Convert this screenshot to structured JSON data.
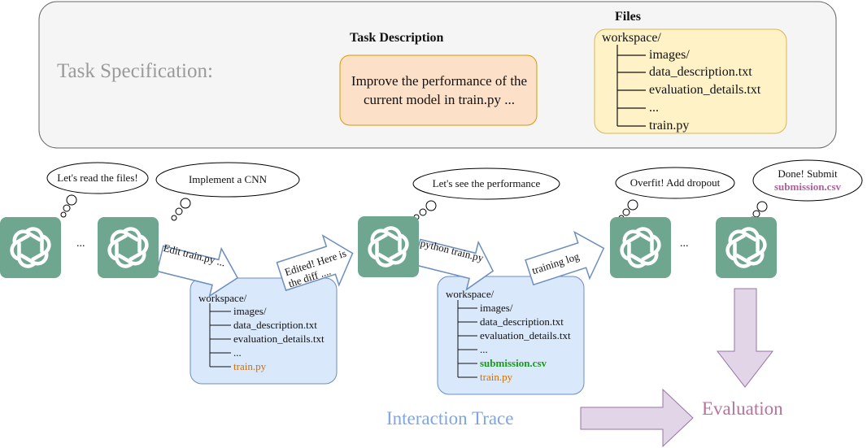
{
  "task_specification": {
    "label": "Task Specification:",
    "task_description_heading": "Task Description",
    "task_description_text": "Improve the performance of the current model in train.py ...",
    "files_heading": "Files",
    "files": {
      "root": "workspace/",
      "items": [
        "images/",
        "data_description.txt",
        "evaluation_details.txt",
        "...",
        "train.py"
      ]
    }
  },
  "thoughts": [
    "Let's read the files!",
    "Implement a CNN",
    "Let's see the performance",
    "Overfit! Add dropout",
    "Done! Submit",
    "submission.csv"
  ],
  "arrows": [
    "Edit train.py ...",
    "Edited! Here is the diff ....",
    "python train.py",
    "training log"
  ],
  "ellipses": [
    "...",
    "..."
  ],
  "workspace_1": {
    "root": "workspace/",
    "items": [
      "images/",
      "data_description.txt",
      "evaluation_details.txt",
      "...",
      "train.py"
    ]
  },
  "workspace_2": {
    "root": "workspace/",
    "items": [
      "images/",
      "data_description.txt",
      "evaluation_details.txt",
      "...",
      "submission.csv",
      "train.py"
    ]
  },
  "labels": {
    "interaction_trace": "Interaction Trace",
    "evaluation": "Evaluation"
  },
  "colors": {
    "agent": "#6fa68f",
    "task_desc_box": "#fde0c8",
    "files_box": "#fff2c7",
    "workspace_box": "#dae8fc",
    "eval_arrow": "#e1d5e7",
    "interaction_text": "#7ea6e0",
    "evaluation_text": "#b5739d",
    "highlight_train": "#d07000",
    "highlight_submission": "#1a9a1a"
  },
  "icons": [
    "openai-logo-icon",
    "thought-cloud-icon",
    "right-arrow-icon",
    "down-arrow-icon"
  ]
}
